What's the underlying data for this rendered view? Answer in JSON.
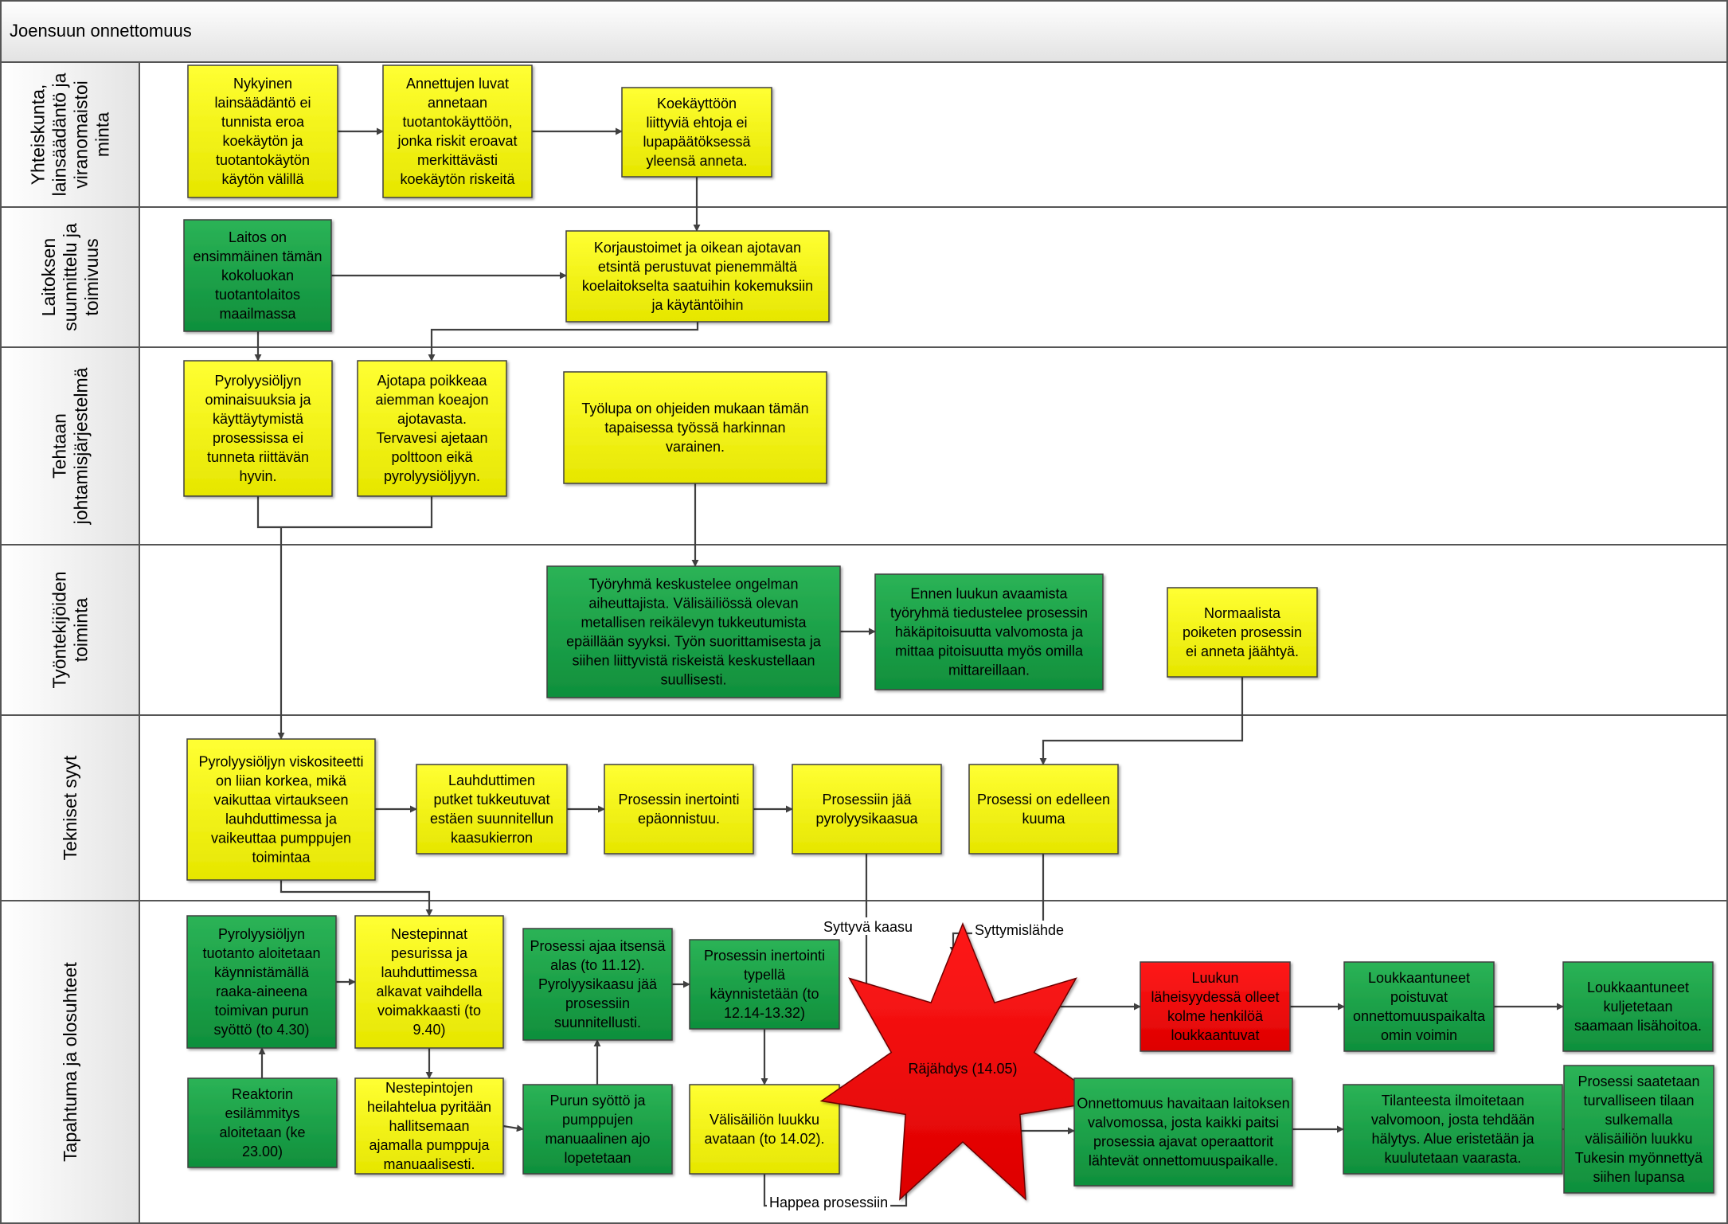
{
  "title": "Joensuun onnettomuus",
  "colors": {
    "yellow": "#ffff00",
    "green": "#1aa84a",
    "red": "#ee0000",
    "border": "#404040",
    "line": "#404040"
  },
  "lanes": [
    {
      "id": "lane1",
      "lines": [
        "Yhteiskunta,",
        "lainsäädäntö ja",
        "viranomaistoi",
        "minta"
      ]
    },
    {
      "id": "lane2",
      "lines": [
        "Laitoksen",
        "suunnittelu ja",
        "toimivuus"
      ]
    },
    {
      "id": "lane3",
      "lines": [
        "Tehtaan",
        "johtamisjärjestelmä"
      ]
    },
    {
      "id": "lane4",
      "lines": [
        "Työntekijöiden",
        "toiminta"
      ]
    },
    {
      "id": "lane5",
      "lines": [
        "Tekniset syyt"
      ]
    },
    {
      "id": "lane6",
      "lines": [
        "Tapahtuma ja olosuhteet"
      ]
    }
  ],
  "nodes": [
    {
      "id": "n1",
      "color": "yellow",
      "lines": [
        "Nykyinen",
        "lainsäädäntö ei",
        "tunnista eroa",
        "koekäytön ja",
        "tuotantokäytön",
        "käytön välillä"
      ]
    },
    {
      "id": "n2",
      "color": "yellow",
      "lines": [
        "Annettujen luvat",
        "annetaan",
        "tuotantokäyttöön,",
        "jonka riskit eroavat",
        "merkittävästi",
        "koekäytön riskeitä"
      ]
    },
    {
      "id": "n3",
      "color": "yellow",
      "lines": [
        "Koekäyttöön",
        "liittyviä ehtoja ei",
        "lupapäätöksessä",
        "yleensä anneta."
      ]
    },
    {
      "id": "n4",
      "color": "green",
      "lines": [
        "Laitos on",
        "ensimmäinen tämän",
        "kokoluokan",
        "tuotantolaitos",
        "maailmassa"
      ]
    },
    {
      "id": "n5",
      "color": "yellow",
      "lines": [
        "Korjaustoimet ja oikean ajotavan",
        "etsintä perustuvat pienemmältä",
        "koelaitokselta saatuihin kokemuksiin",
        "ja käytäntöihin"
      ]
    },
    {
      "id": "n6",
      "color": "yellow",
      "lines": [
        "Pyrolyysiöljyn",
        "ominaisuuksia ja",
        "käyttäytymistä",
        "prosessissa ei",
        "tunneta riittävän",
        "hyvin."
      ]
    },
    {
      "id": "n7",
      "color": "yellow",
      "lines": [
        "Ajotapa poikkeaa",
        "aiemman koeajon",
        "ajotavasta.",
        "Tervavesi ajetaan",
        "polttoon eikä",
        "pyrolyysiöljyyn."
      ]
    },
    {
      "id": "n8",
      "color": "yellow",
      "lines": [
        "Työlupa on ohjeiden mukaan tämän",
        "tapaisessa työssä harkinnan",
        "varainen."
      ]
    },
    {
      "id": "n9",
      "color": "green",
      "lines": [
        "Työryhmä keskustelee ongelman",
        "aiheuttajista. Välisäiliössä olevan",
        "metallisen reikälevyn tukkeutumista",
        "epäillään syyksi. Työn suorittamisesta ja",
        "siihen liittyvistä riskeistä keskustellaan",
        "suullisesti."
      ]
    },
    {
      "id": "n10",
      "color": "green",
      "lines": [
        "Ennen luukun avaamista",
        "työryhmä tiedustelee prosessin",
        "häkäpitoisuutta valvomosta ja",
        "mittaa pitoisuutta myös omilla",
        "mittareillaan."
      ]
    },
    {
      "id": "n11",
      "color": "yellow",
      "lines": [
        "Normaalista",
        "poiketen prosessin",
        "ei anneta jäähtyä."
      ]
    },
    {
      "id": "n12",
      "color": "yellow",
      "lines": [
        "Pyrolyysiöljyn viskositeetti",
        "on liian korkea, mikä",
        "vaikuttaa  virtaukseen",
        "lauhduttimessa ja",
        "vaikeuttaa pumppujen",
        "toimintaa"
      ]
    },
    {
      "id": "n13",
      "color": "yellow",
      "lines": [
        "Lauhduttimen",
        "putket tukkeutuvat",
        "estäen suunnitellun",
        "kaasukierron"
      ]
    },
    {
      "id": "n14",
      "color": "yellow",
      "lines": [
        "Prosessin inertointi",
        "epäonnistuu."
      ]
    },
    {
      "id": "n15",
      "color": "yellow",
      "lines": [
        "Prosessiin jää",
        "pyrolyysikaasua"
      ]
    },
    {
      "id": "n16",
      "color": "yellow",
      "lines": [
        "Prosessi on edelleen",
        "kuuma"
      ]
    },
    {
      "id": "n17",
      "color": "green",
      "lines": [
        "Pyrolyysiöljyn",
        "tuotanto aloitetaan",
        "käynnistämällä",
        "raaka-aineena",
        "toimivan purun",
        "syöttö (to 4.30)"
      ]
    },
    {
      "id": "n18",
      "color": "green",
      "lines": [
        "Reaktorin",
        "esilämmitys",
        "aloitetaan (ke",
        "23.00)"
      ]
    },
    {
      "id": "n19",
      "color": "yellow",
      "lines": [
        "Nestepinnat",
        "pesurissa ja",
        "lauhduttimessa",
        "alkavat vaihdella",
        "voimakkaasti (to",
        "9.40)"
      ]
    },
    {
      "id": "n20",
      "color": "yellow",
      "lines": [
        "Nestepintojen",
        "heilahtelua pyritään",
        "hallitsemaan",
        "ajamalla  pumppuja",
        "manuaalisesti."
      ]
    },
    {
      "id": "n21",
      "color": "green",
      "lines": [
        "Prosessi ajaa itsensä",
        "alas (to 11.12).",
        "Pyrolyysikaasu jää",
        "prosessiin",
        "suunnitellusti."
      ]
    },
    {
      "id": "n22",
      "color": "green",
      "lines": [
        "Purun syöttö ja",
        "pumppujen",
        "manuaalinen ajo",
        "lopetetaan"
      ]
    },
    {
      "id": "n23",
      "color": "green",
      "lines": [
        "Prosessin inertointi",
        "typellä",
        "käynnistetään (to",
        "12.14-13.32)"
      ]
    },
    {
      "id": "n24",
      "color": "yellow",
      "lines": [
        "Välisäiliön luukku",
        "avataan (to 14.02)."
      ]
    },
    {
      "id": "n25",
      "color": "red",
      "lines": [
        "Räjähdys (14.05)"
      ]
    },
    {
      "id": "n26",
      "color": "red",
      "lines": [
        "Luukun",
        "läheisyydessä olleet",
        "kolme henkilöä",
        "loukkaantuvat"
      ]
    },
    {
      "id": "n27",
      "color": "green",
      "lines": [
        "Loukkaantuneet",
        "poistuvat",
        "onnettomuuspaikalta",
        "omin voimin"
      ]
    },
    {
      "id": "n28",
      "color": "green",
      "lines": [
        "Loukkaantuneet",
        "kuljetetaan",
        "saamaan lisähoitoa."
      ]
    },
    {
      "id": "n29",
      "color": "green",
      "lines": [
        "Onnettomuus havaitaan laitoksen",
        "valvomossa, josta kaikki paitsi",
        "prosessia ajavat operaattorit",
        "lähtevät onnettomuuspaikalle."
      ]
    },
    {
      "id": "n30",
      "color": "green",
      "lines": [
        "Tilanteesta ilmoitetaan",
        "valvomoon, josta tehdään",
        "hälytys. Alue eristetään ja",
        "kuulutetaan vaarasta."
      ]
    },
    {
      "id": "n31",
      "color": "green",
      "lines": [
        "Prosessi saatetaan",
        "turvalliseen tilaan",
        "sulkemalla",
        "välisäiliön luukku",
        "Tukesin myönnettyä",
        "siihen lupansa"
      ]
    }
  ],
  "edge_labels": [
    {
      "id": "l1",
      "text": "Syttyvä kaasu"
    },
    {
      "id": "l2",
      "text": "Syttymislähde"
    },
    {
      "id": "l3",
      "text": "Happea prosessiin"
    }
  ]
}
